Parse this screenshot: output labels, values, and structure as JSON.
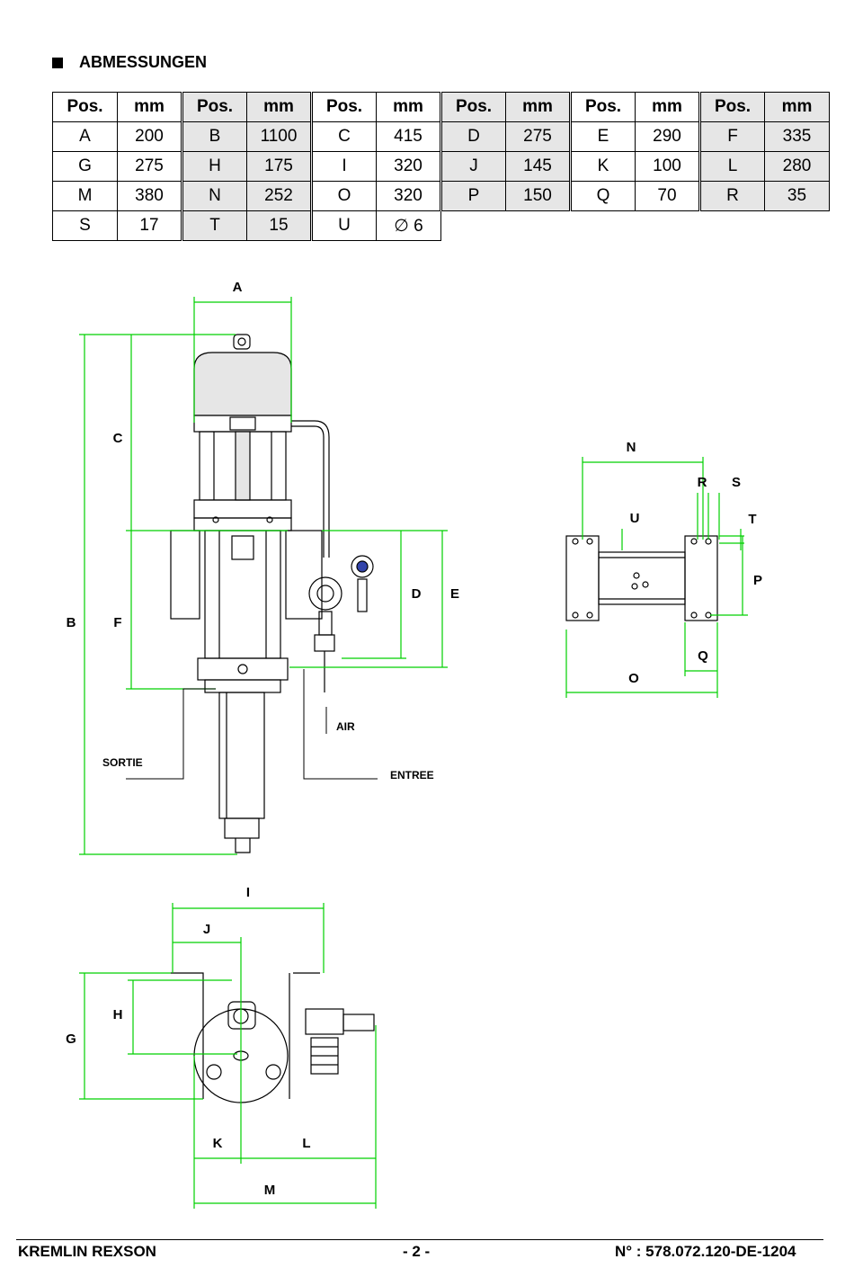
{
  "section": {
    "title": "ABMESSUNGEN"
  },
  "table": {
    "header_pos": "Pos.",
    "header_mm": "mm",
    "rows": [
      [
        [
          "A",
          "200"
        ],
        [
          "B",
          "1100"
        ],
        [
          "C",
          "415"
        ],
        [
          "D",
          "275"
        ],
        [
          "E",
          "290"
        ],
        [
          "F",
          "335"
        ]
      ],
      [
        [
          "G",
          "275"
        ],
        [
          "H",
          "175"
        ],
        [
          "I",
          "320"
        ],
        [
          "J",
          "145"
        ],
        [
          "K",
          "100"
        ],
        [
          "L",
          "280"
        ]
      ],
      [
        [
          "M",
          "380"
        ],
        [
          "N",
          "252"
        ],
        [
          "O",
          "320"
        ],
        [
          "P",
          "150"
        ],
        [
          "Q",
          "70"
        ],
        [
          "R",
          "35"
        ]
      ],
      [
        [
          "S",
          "17"
        ],
        [
          "T",
          "15"
        ],
        [
          "U",
          "∅ 6"
        ]
      ]
    ]
  },
  "drawing": {
    "labels": {
      "A": "A",
      "B": "B",
      "C": "C",
      "D": "D",
      "E": "E",
      "F": "F",
      "G": "G",
      "H": "H",
      "I": "I",
      "J": "J",
      "K": "K",
      "L": "L",
      "M": "M",
      "N": "N",
      "O": "O",
      "P": "P",
      "Q": "Q",
      "R": "R",
      "S": "S",
      "T": "T",
      "U": "U"
    },
    "air": "AIR",
    "sortie": "SORTIE",
    "entree": "ENTREE"
  },
  "footer": {
    "company": "KREMLIN REXSON",
    "page": "- 2 -",
    "doc_number": "N° :  578.072.120-DE-1204"
  }
}
